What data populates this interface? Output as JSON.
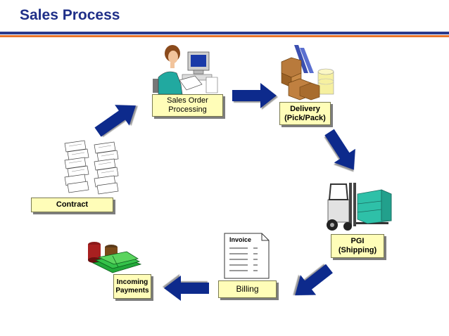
{
  "header": {
    "title": "Sales Process"
  },
  "colors": {
    "title": "#1f2f88",
    "arrow": "#0a2c8c",
    "label_bg": "#fffdb8",
    "rule_blue": "#2a3a8c",
    "rule_orange": "#e8742a"
  },
  "nodes": {
    "sales_order": {
      "line1": "Sales Order",
      "line2": "Processing"
    },
    "delivery": {
      "line1": "Delivery",
      "line2": "(Pick/Pack)"
    },
    "pgi": {
      "line1": "PGI",
      "line2": "(Shipping)"
    },
    "billing": {
      "label": "Billing"
    },
    "payments": {
      "line1": "Incoming",
      "line2": "Payments"
    },
    "contract": {
      "label": "Contract"
    }
  },
  "invoice_doc": {
    "label": "Invoice"
  }
}
